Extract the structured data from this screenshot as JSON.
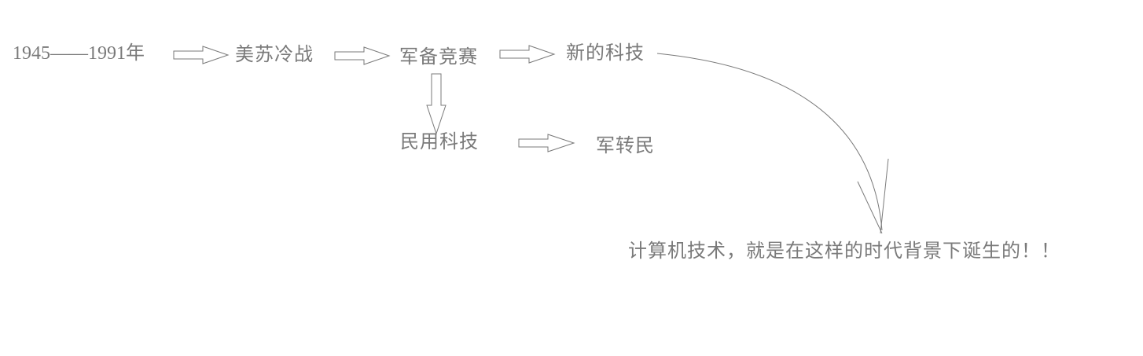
{
  "diagram": {
    "nodes": {
      "years": "1945——1991年",
      "cold_war": "美苏冷战",
      "arms_race": "军备竞赛",
      "new_tech": "新的科技",
      "civil_tech": "民用科技",
      "military_to_civil": "军转民",
      "conclusion": "计算机技术，就是在这样的时代背景下诞生的！！"
    },
    "colors": {
      "text": "#7a7a7a",
      "line": "#7a7a7a",
      "background": "#ffffff"
    }
  }
}
